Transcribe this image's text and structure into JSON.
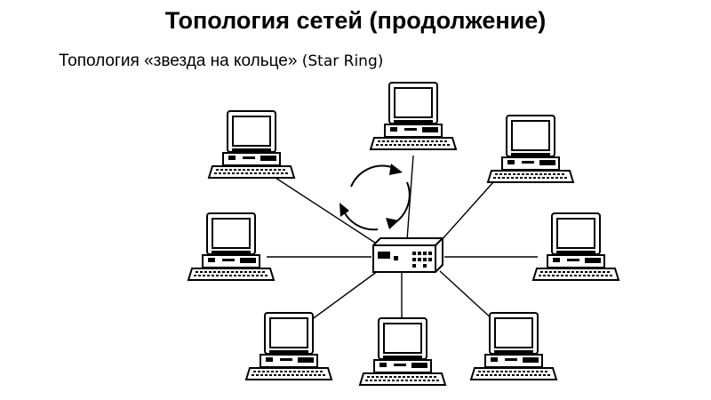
{
  "slide": {
    "title": "Топология сетей (продолжение)",
    "subtitle_ru": "Топология «звезда на кольце»",
    "subtitle_en": "(Star Ring)"
  },
  "diagram": {
    "center_node": "hub",
    "workstation_count": 8,
    "ring_direction": "clockwise"
  }
}
